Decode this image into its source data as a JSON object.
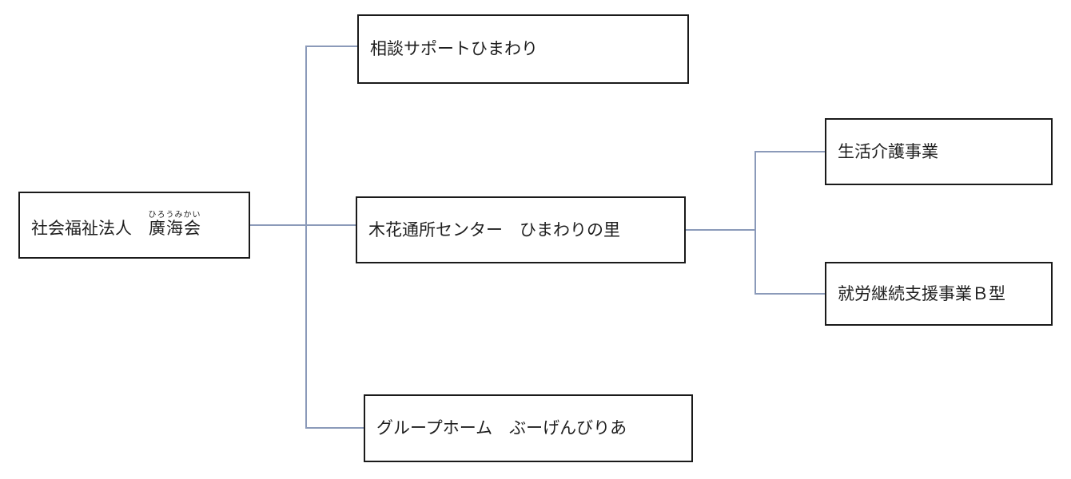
{
  "org_chart": {
    "type": "organization-diagram",
    "colors": {
      "box_border": "#1a1a1a",
      "connector": "#8b9ab9",
      "text": "#1f1f1f",
      "background": "#ffffff"
    },
    "root": {
      "prefix": "社会福祉法人　",
      "ruby_base": "廣海会",
      "ruby_text": "ひろうみかい",
      "full_label": "社会福祉法人　廣海会"
    },
    "level2": [
      {
        "label": "相談サポートひまわり"
      },
      {
        "label": "木花通所センター　ひまわりの里"
      },
      {
        "label": "グループホーム　ぶーげんびりあ"
      }
    ],
    "level3": [
      {
        "label": "生活介護事業",
        "parent": "木花通所センター　ひまわりの里"
      },
      {
        "label": "就労継続支援事業Ｂ型",
        "parent": "木花通所センター　ひまわりの里"
      }
    ]
  }
}
